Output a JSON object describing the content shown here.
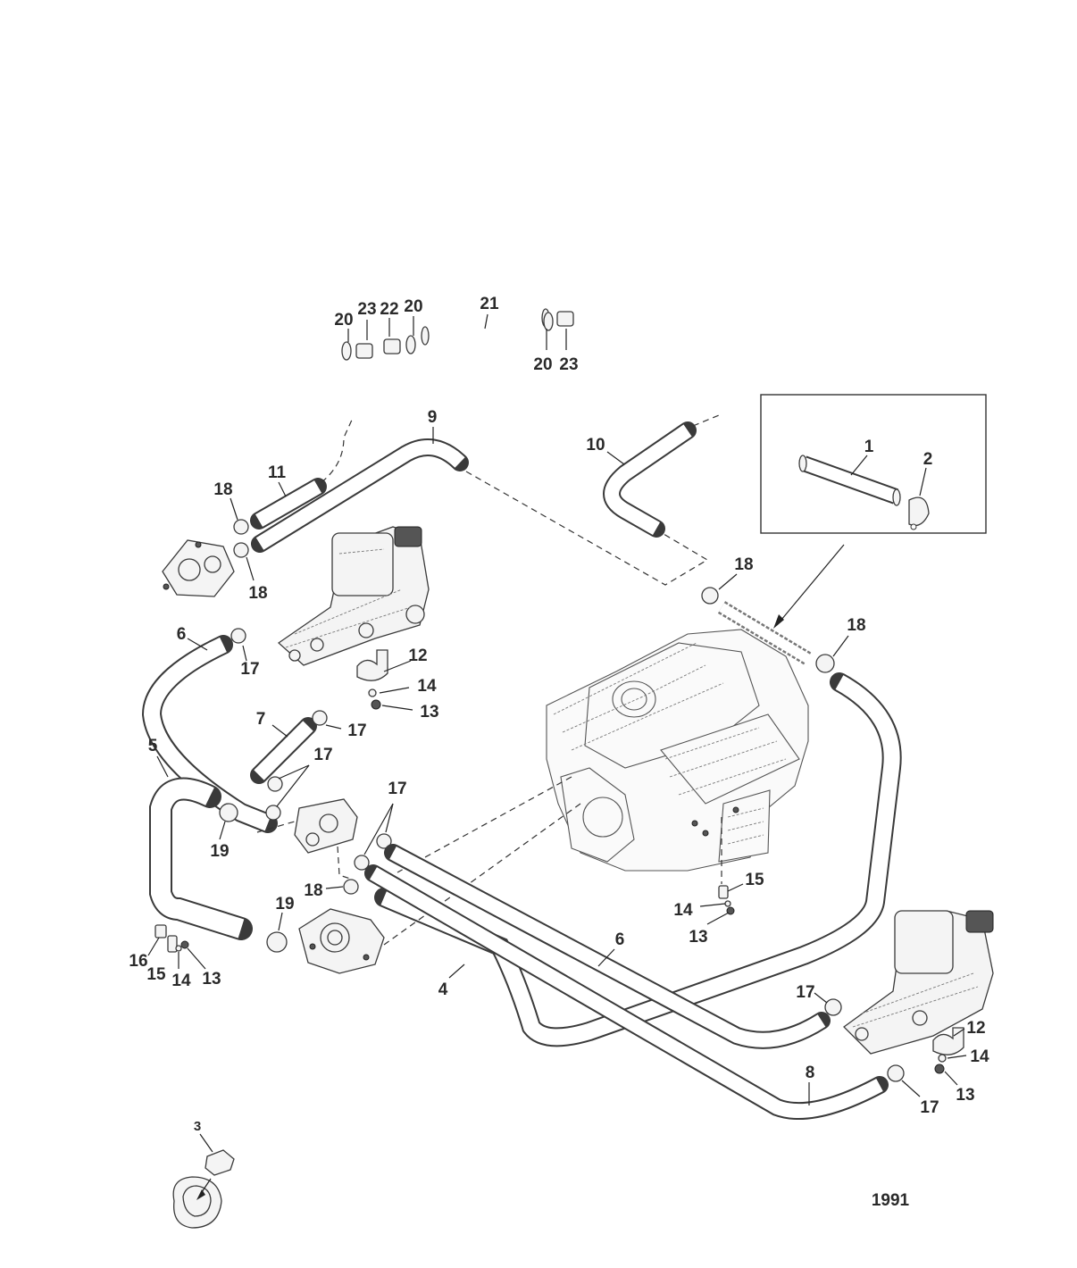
{
  "figure_number": "1991",
  "callouts": {
    "c1": "1",
    "c2": "2",
    "c3": "3",
    "c4": "4",
    "c5": "5",
    "c6a": "6",
    "c6b": "6",
    "c7": "7",
    "c8": "8",
    "c9": "9",
    "c10": "10",
    "c11": "11",
    "c12a": "12",
    "c12b": "12",
    "c13a": "13",
    "c13b": "13",
    "c13c": "13",
    "c13d": "13",
    "c14a": "14",
    "c14b": "14",
    "c14c": "14",
    "c14d": "14",
    "c15a": "15",
    "c15b": "15",
    "c16": "16",
    "c17a": "17",
    "c17b": "17",
    "c17c": "17",
    "c17d": "17",
    "c17e": "17",
    "c17f": "17",
    "c18a": "18",
    "c18b": "18",
    "c18c": "18",
    "c18d": "18",
    "c18e": "18",
    "c19a": "19",
    "c19b": "19",
    "c20a": "20",
    "c20b": "20",
    "c20c": "20",
    "c21": "21",
    "c22": "22",
    "c23a": "23",
    "c23b": "23"
  }
}
